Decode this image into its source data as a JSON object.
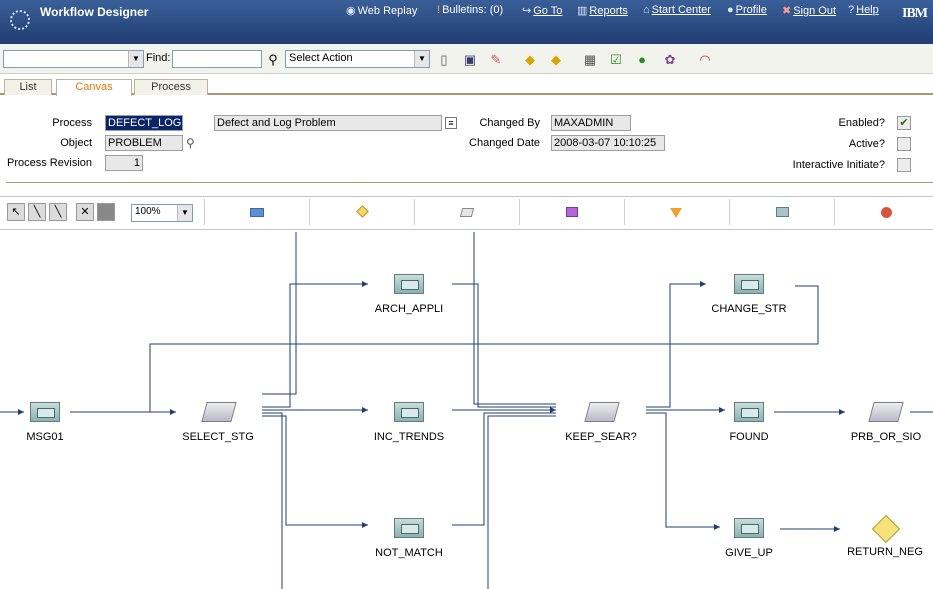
{
  "header": {
    "title": "Workflow Designer",
    "nav": [
      {
        "label": "Web Replay",
        "icon": "play-icon"
      },
      {
        "label": "Bulletins: (0)",
        "icon": "bulletin-icon"
      },
      {
        "label": "Go To",
        "icon": "goto-icon"
      },
      {
        "label": "Reports",
        "icon": "reports-icon"
      },
      {
        "label": "Start Center",
        "icon": "home-icon"
      },
      {
        "label": "Profile",
        "icon": "profile-icon"
      },
      {
        "label": "Sign Out",
        "icon": "signout-icon"
      },
      {
        "label": "Help",
        "icon": "help-icon"
      }
    ],
    "brand": "IBM"
  },
  "toolbar": {
    "query_value": "",
    "find_label": "Find:",
    "find_value": "",
    "action_value": "Select Action"
  },
  "tabs": [
    {
      "label": "List"
    },
    {
      "label": "Canvas",
      "active": true
    },
    {
      "label": "Process"
    }
  ],
  "form": {
    "process_label": "Process",
    "process_value": "DEFECT_LOG",
    "process_desc": "Defect and Log Problem",
    "object_label": "Object",
    "object_value": "PROBLEM",
    "revision_label": "Process Revision",
    "revision_value": "1",
    "changed_by_label": "Changed By",
    "changed_by_value": "MAXADMIN",
    "changed_date_label": "Changed Date",
    "changed_date_value": "2008-03-07 10:10:25",
    "enabled_label": "Enabled?",
    "enabled": true,
    "active_label": "Active?",
    "active": false,
    "interactive_label": "Interactive Initiate?",
    "interactive": false
  },
  "palette": {
    "zoom": "100%",
    "tools": [
      "pointer-tool",
      "connect-tool",
      "negative-connect-tool",
      "delete-tool",
      "select-all-tool"
    ],
    "node_types": [
      "task-node",
      "condition-node",
      "manual-input-node",
      "subprocess-node",
      "wait-node",
      "interaction-node",
      "stop-node"
    ]
  },
  "canvas": {
    "nodes": [
      {
        "label": "MSG01",
        "kind": "action"
      },
      {
        "label": "SELECT_STG",
        "kind": "condition"
      },
      {
        "label": "ARCH_APPLI",
        "kind": "action"
      },
      {
        "label": "INC_TRENDS",
        "kind": "action"
      },
      {
        "label": "NOT_MATCH",
        "kind": "action"
      },
      {
        "label": "KEEP_SEAR?",
        "kind": "condition"
      },
      {
        "label": "CHANGE_STR",
        "kind": "action"
      },
      {
        "label": "FOUND",
        "kind": "action"
      },
      {
        "label": "GIVE_UP",
        "kind": "action"
      },
      {
        "label": "PRB_OR_SIO",
        "kind": "condition"
      },
      {
        "label": "RETURN_NEG",
        "kind": "decision"
      }
    ]
  }
}
